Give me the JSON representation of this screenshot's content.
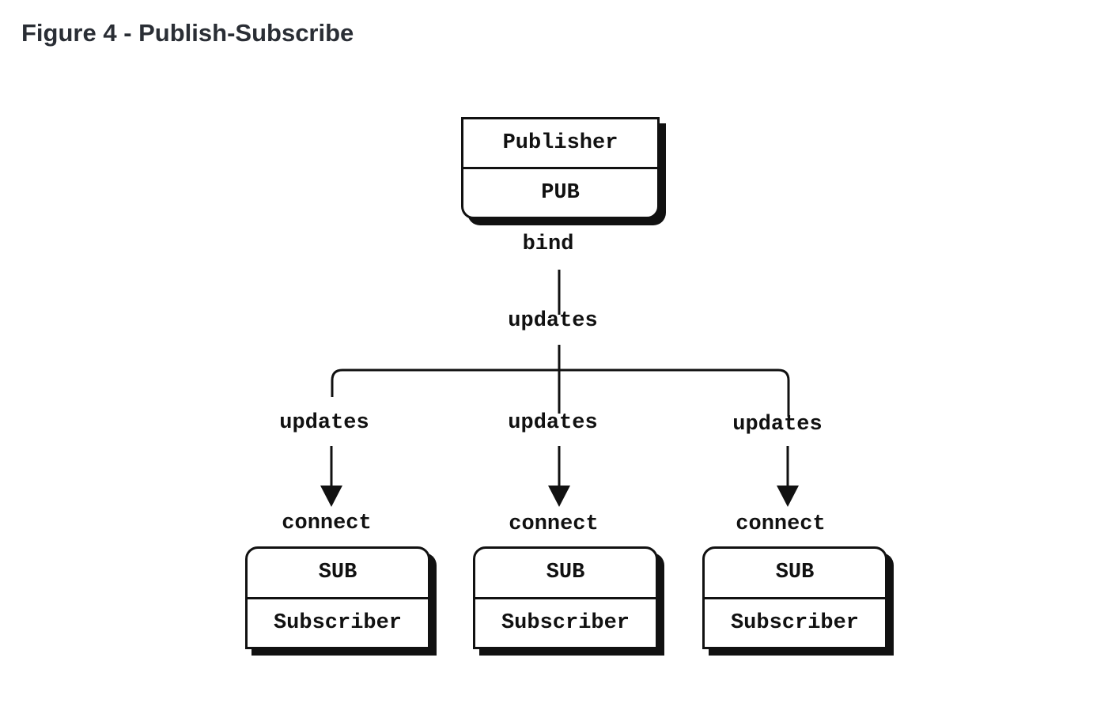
{
  "page": {
    "title": "Figure 4 - Publish-Subscribe"
  },
  "colors": {
    "title_text": "#2a2e35",
    "diagram_ink": "#111111",
    "node_fill": "#ffffff",
    "background": "#ffffff"
  },
  "publisher_node": {
    "name_label": "Publisher",
    "socket_label": "PUB"
  },
  "connector": {
    "bind_label": "bind",
    "updates_label": "updates"
  },
  "branches": [
    {
      "updates_label": "updates",
      "connect_label": "connect"
    },
    {
      "updates_label": "updates",
      "connect_label": "connect"
    },
    {
      "updates_label": "updates",
      "connect_label": "connect"
    }
  ],
  "subscriber_nodes": [
    {
      "socket_label": "SUB",
      "name_label": "Subscriber"
    },
    {
      "socket_label": "SUB",
      "name_label": "Subscriber"
    },
    {
      "socket_label": "SUB",
      "name_label": "Subscriber"
    }
  ]
}
